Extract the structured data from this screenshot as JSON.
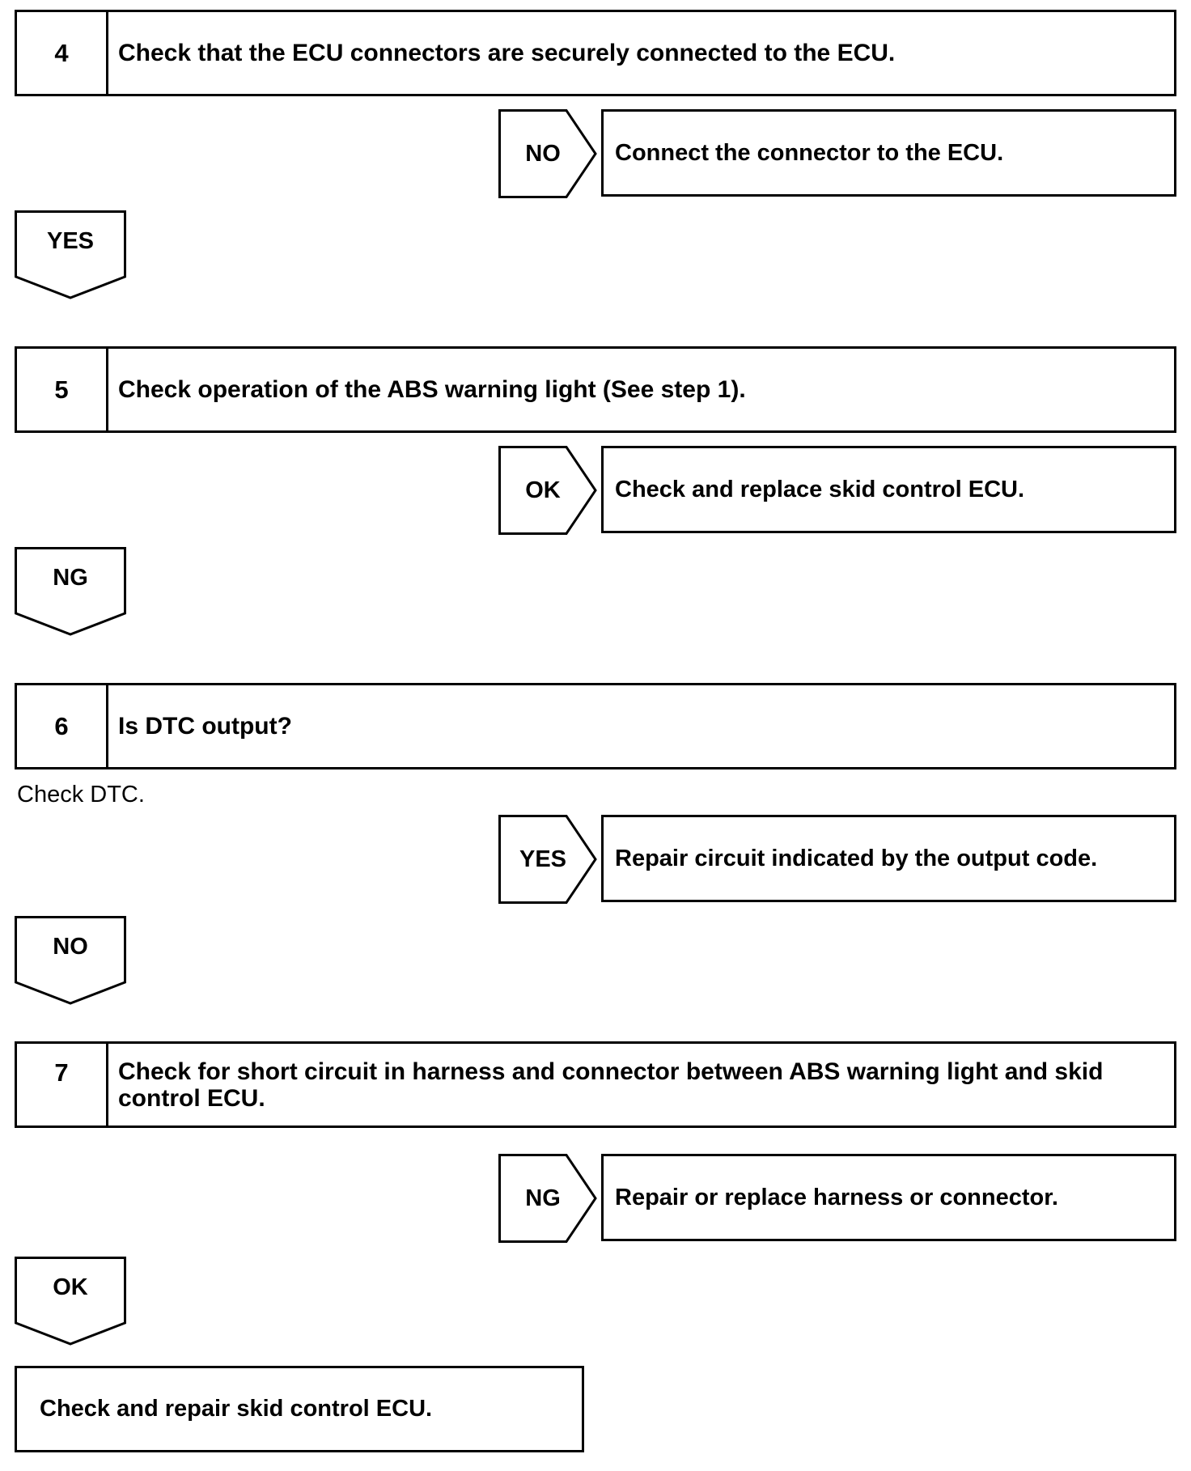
{
  "steps": [
    {
      "number": "4",
      "question": "Check that the ECU connectors are securely connected to the ECU.",
      "branch": {
        "label": "NO",
        "action": "Connect the connector to the ECU."
      },
      "continue_label": "YES"
    },
    {
      "number": "5",
      "question": "Check operation of the ABS warning light (See step 1).",
      "branch": {
        "label": "OK",
        "action": "Check and replace skid control ECU."
      },
      "continue_label": "NG"
    },
    {
      "number": "6",
      "question": "Is DTC output?",
      "note": "Check DTC.",
      "branch": {
        "label": "YES",
        "action": "Repair circuit indicated by the output code."
      },
      "continue_label": "NO"
    },
    {
      "number": "7",
      "question": "Check for short circuit in harness and connector between ABS warning light and skid control ECU.",
      "branch": {
        "label": "NG",
        "action": "Repair or replace harness or connector."
      },
      "continue_label": "OK"
    }
  ],
  "final_action": "Check and repair skid control ECU."
}
